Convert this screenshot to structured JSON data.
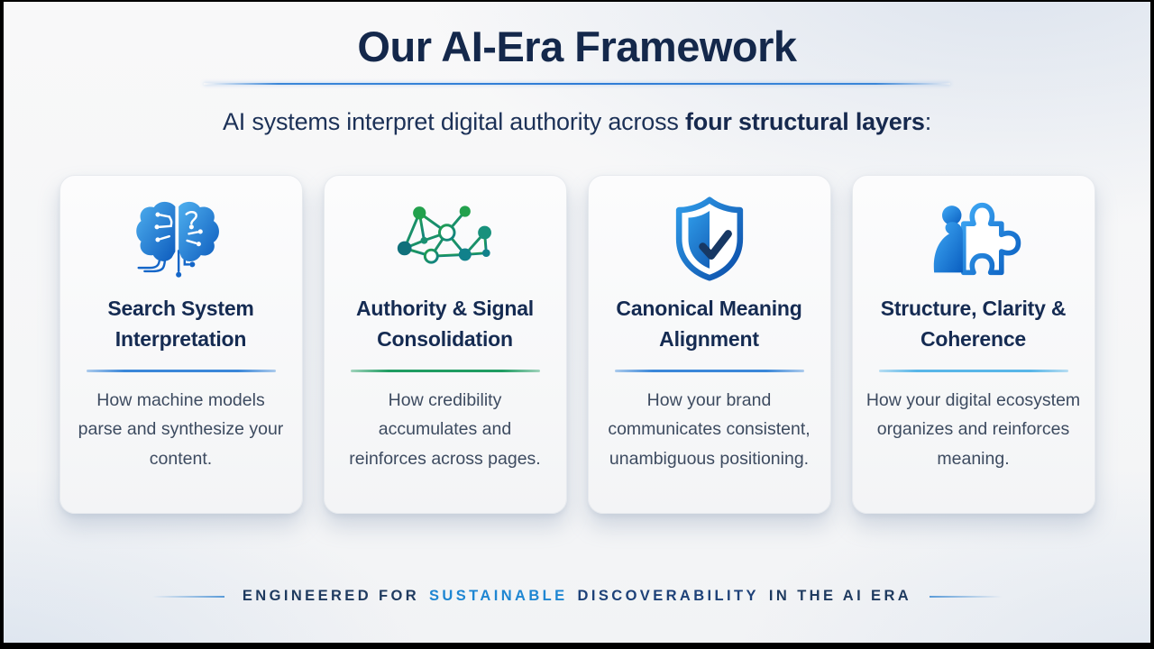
{
  "slide": {
    "title": "Our AI-Era Framework",
    "subtitle": {
      "prefix": "AI systems interpret digital authority across ",
      "bold": "four structural layers",
      "suffix": ":"
    }
  },
  "cards": [
    {
      "icon": "brain-circuit-icon",
      "title": "Search System Interpretation",
      "description": "How machine models parse and synthesize your content.",
      "accent": "#3a87d9"
    },
    {
      "icon": "network-graph-icon",
      "title": "Authority & Signal Consolidation",
      "description": "How credibility accumulates and reinforces across pages.",
      "accent": "#1f9d62"
    },
    {
      "icon": "shield-check-icon",
      "title": "Canonical Meaning Alignment",
      "description": "How your brand communicates consistent, unambiguous positioning.",
      "accent": "#3a87d9"
    },
    {
      "icon": "person-puzzle-icon",
      "title": "Structure, Clarity & Coherence",
      "description": "How your digital ecosystem organizes and reinforces meaning.",
      "accent": "#58b6e8"
    }
  ],
  "footer": {
    "prefix": "ENGINEERED FOR",
    "highlight_primary": "SUSTAINABLE",
    "highlight_secondary": "DISCOVERABILITY",
    "suffix": "IN THE AI ERA"
  },
  "colors": {
    "title_navy": "#14284b",
    "body_text": "#3d4b60",
    "accent_blue": "#2e7cd6",
    "accent_green": "#1f9d62",
    "accent_light_blue": "#58b6e8",
    "footer_blue": "#1e86d2",
    "footer_navy": "#1d4178"
  }
}
